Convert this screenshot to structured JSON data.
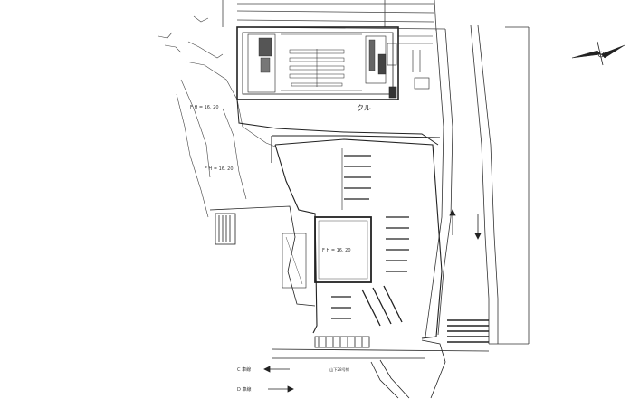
{
  "plan": {
    "labels": {
      "fh_left": "F H = 16. 20",
      "fh_mid": "F H = 16. 20",
      "fh_center": "F H = 16. 20",
      "kuru": "クル",
      "c_road": "C 車線",
      "d_road": "D 車線",
      "yamashita": "山下28号線"
    }
  }
}
